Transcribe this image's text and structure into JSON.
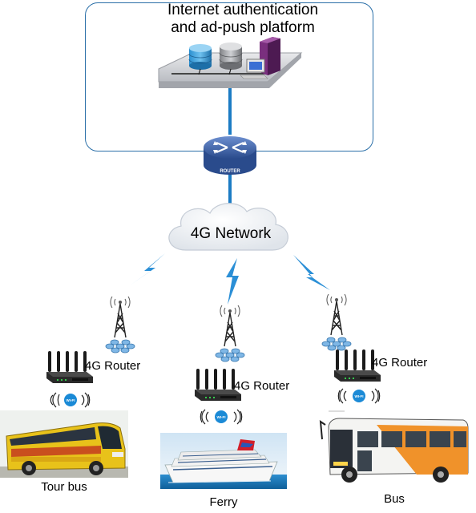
{
  "platform": {
    "title_line1": "Internet authentication",
    "title_line2": "and ad-push platform"
  },
  "core_router": {
    "badge": "ROUTER"
  },
  "network": {
    "label": "4G Network"
  },
  "sites": [
    {
      "router_label": "4G Router",
      "wifi_badge": "WI-FI",
      "vehicle_label": "Tour bus"
    },
    {
      "router_label": "4G Router",
      "wifi_badge": "WI-FI",
      "vehicle_label": "Ferry"
    },
    {
      "router_label": "4G Router",
      "wifi_badge": "WI-FI",
      "vehicle_label": "Bus"
    }
  ],
  "colors": {
    "frame": "#2a6fa8",
    "link": "#1c7cc4",
    "lightning": "#2b8fd6",
    "router_body": "#3c64a8",
    "cloud": "#f3f5f8",
    "tour_bus_yellow": "#e8c21a",
    "city_bus_orange": "#f0922a",
    "sea": "#1b7bc0"
  }
}
